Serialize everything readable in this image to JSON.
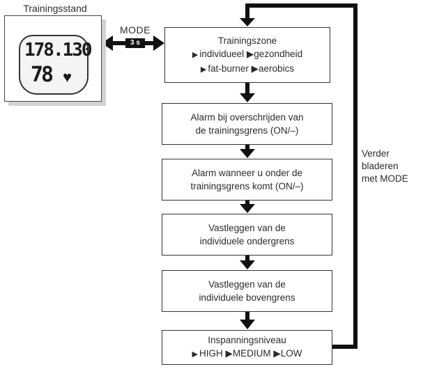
{
  "device": {
    "title": "Trainingsstand",
    "display_top": "178.130",
    "display_bottom": "78"
  },
  "mode": {
    "label": "MODE",
    "hold": "3 s"
  },
  "boxes": [
    {
      "lines": [
        "Trainingszone",
        "individueel ▶gezondheid",
        "fat-burner ▶aerobics"
      ],
      "lead_markers": [
        false,
        true,
        true
      ]
    },
    {
      "lines": [
        "Alarm bij overschrijden van",
        "de trainingsgrens (ON/–)"
      ]
    },
    {
      "lines": [
        "Alarm wanneer u onder de",
        "trainingsgrens komt  (ON/–)"
      ]
    },
    {
      "lines": [
        "Vastleggen van de",
        "individuele ondergrens"
      ]
    },
    {
      "lines": [
        "Vastleggen van de",
        "individuele bovengrens"
      ]
    },
    {
      "lines": [
        "Inspanningsniveau",
        "HIGH ▶MEDIUM ▶LOW"
      ],
      "lead_markers": [
        false,
        true
      ]
    }
  ],
  "side_note": {
    "line1": "Verder",
    "line2": "bladeren",
    "line3": "met MODE"
  }
}
